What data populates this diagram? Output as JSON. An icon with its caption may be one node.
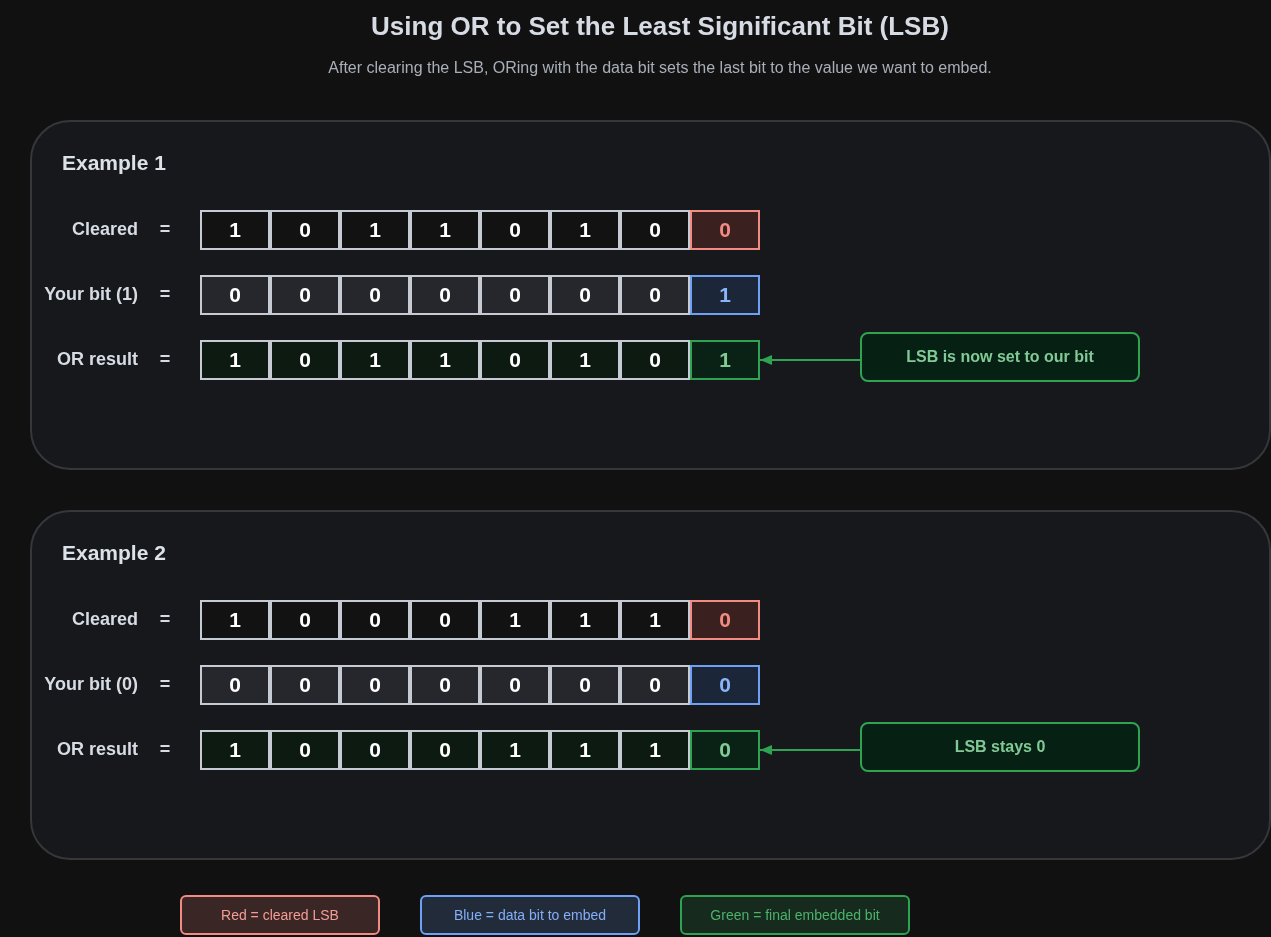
{
  "diagram": {
    "title": "Using OR to Set the Least Significant Bit (LSB)",
    "nodes": [
      {
        "text": [
          "Example 1"
        ]
      },
      {
        "text": [
          "1"
        ],
        "in": 0
      },
      {
        "text": [
          "0"
        ],
        "in": 0
      },
      {
        "text": [
          "1"
        ],
        "in": 0
      },
      {
        "text": [
          "1"
        ],
        "in": 0
      },
      {
        "text": [
          "0"
        ],
        "in": 0
      },
      {
        "text": [
          "1"
        ],
        "in": 0
      },
      {
        "text": [
          "0"
        ],
        "in": 0
      },
      {
        "text": [
          "0"
        ],
        "in": 0
      },
      {
        "text": [
          "0"
        ],
        "in": 0
      },
      {
        "text": [
          "0"
        ],
        "in": 0
      },
      {
        "text": [
          "0"
        ],
        "in": 0
      },
      {
        "text": [
          "0"
        ],
        "in": 0
      },
      {
        "text": [
          "0"
        ],
        "in": 0
      },
      {
        "text": [
          "0"
        ],
        "in": 0
      },
      {
        "text": [
          "0"
        ],
        "in": 0
      },
      {
        "text": [
          "1"
        ],
        "in": 0
      },
      {
        "text": [
          "1"
        ],
        "in": 0
      },
      {
        "text": [
          "0"
        ],
        "in": 0
      },
      {
        "text": [
          "1"
        ],
        "in": 0
      },
      {
        "text": [
          "1"
        ],
        "in": 0
      },
      {
        "text": [
          "0"
        ],
        "in": 0
      },
      {
        "text": [
          "1"
        ],
        "in": 0
      },
      {
        "text": [
          "0"
        ],
        "in": 0
      },
      {
        "text": [
          "1"
        ],
        "in": 0
      },
      {
        "text": [
          "LSB is now set to our bit"
        ],
        "in": 0
      },
      {
        "text": [
          "Example 2"
        ]
      },
      {
        "text": [
          "1"
        ],
        "in": 26
      },
      {
        "text": [
          "0"
        ],
        "in": 26
      },
      {
        "text": [
          "0"
        ],
        "in": 26
      },
      {
        "text": [
          "0"
        ],
        "in": 26
      },
      {
        "text": [
          "1"
        ],
        "in": 26
      },
      {
        "text": [
          "1"
        ],
        "in": 26
      },
      {
        "text": [
          "1"
        ],
        "in": 26
      },
      {
        "text": [
          "0"
        ],
        "in": 26
      },
      {
        "text": [
          "0"
        ],
        "in": 26
      },
      {
        "text": [
          "0"
        ],
        "in": 26
      },
      {
        "text": [
          "0"
        ],
        "in": 26
      },
      {
        "text": [
          "0"
        ],
        "in": 26
      },
      {
        "text": [
          "0"
        ],
        "in": 26
      },
      {
        "text": [
          "0"
        ],
        "in": 26
      },
      {
        "text": [
          "0"
        ],
        "in": 26
      },
      {
        "text": [
          "0"
        ],
        "in": 26
      },
      {
        "text": [
          "1"
        ],
        "in": 26
      },
      {
        "text": [
          "0"
        ],
        "in": 26
      },
      {
        "text": [
          "0"
        ],
        "in": 26
      },
      {
        "text": [
          "0"
        ],
        "in": 26
      },
      {
        "text": [
          "1"
        ],
        "in": 26
      },
      {
        "text": [
          "1"
        ],
        "in": 26
      },
      {
        "text": [
          "1"
        ],
        "in": 26
      },
      {
        "text": [
          "0"
        ],
        "in": 26
      },
      {
        "text": [
          "LSB stays 0"
        ],
        "in": 26
      }
    ],
    "edges": [
      {
        "from": 25,
        "to": 24,
        "arrow": "to"
      },
      {
        "from": 51,
        "to": 50,
        "arrow": "to"
      }
    ],
    "labels": [
      "After clearing the LSB, ORing with the data bit sets the last bit to the value we want to embed.",
      "Cleared",
      "=",
      "Your bit (1)",
      "=",
      "OR result",
      "=",
      "Cleared",
      "=",
      "Your bit (0)",
      "=",
      "OR result",
      "="
    ],
    "legend": [
      {
        "text": "Red = cleared LSB",
        "color": "#f28b82"
      },
      {
        "text": "Blue = data bit to embed",
        "color": "#6ea0f5"
      },
      {
        "text": "Green = final embedded bit",
        "color": "#2ea352"
      }
    ]
  }
}
